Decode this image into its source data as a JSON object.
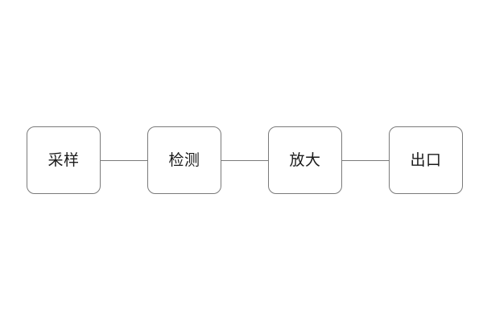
{
  "diagram": {
    "type": "linear-flow",
    "orientation": "horizontal",
    "background_color": "#ffffff",
    "node_border_color": "#7a7a7a",
    "node_fill_color": "#ffffff",
    "connector_color": "#7a7a7a",
    "label_color": "#1a1a1a",
    "nodes": [
      {
        "id": "sampling",
        "label": "采样"
      },
      {
        "id": "detection",
        "label": "检测"
      },
      {
        "id": "amplify",
        "label": "放大"
      },
      {
        "id": "outlet",
        "label": "出口"
      }
    ],
    "connectors": [
      {
        "from": "sampling",
        "to": "detection"
      },
      {
        "from": "detection",
        "to": "amplify"
      },
      {
        "from": "amplify",
        "to": "outlet"
      }
    ]
  }
}
